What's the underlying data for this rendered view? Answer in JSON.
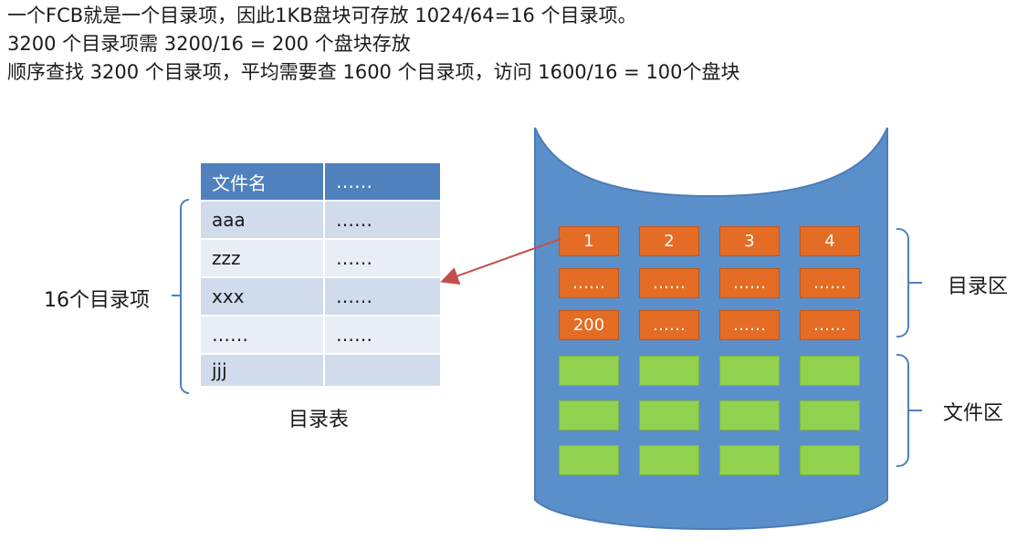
{
  "intro": [
    "一个FCB就是一个目录项，因此1KB盘块可存放 1024/64=16 个目录项。",
    "3200 个目录项需 3200/16 = 200 个盘块存放",
    "顺序查找 3200 个目录项，平均需要查 1600 个目录项，访问 1600/16 = 100个盘块"
  ],
  "table": {
    "headers": [
      "文件名",
      "……"
    ],
    "rows": [
      [
        "aaa",
        "……"
      ],
      [
        "zzz",
        "……"
      ],
      [
        "xxx",
        "……"
      ],
      [
        "……",
        "……"
      ],
      [
        "jjj",
        ""
      ]
    ],
    "caption": "目录表",
    "count_label": "16个目录项"
  },
  "disk": {
    "directory_blocks": [
      [
        "1",
        "2",
        "3",
        "4"
      ],
      [
        "……",
        "……",
        "……",
        "……"
      ],
      [
        "200",
        "……",
        "……",
        "……"
      ]
    ],
    "file_block_rows": 3,
    "file_block_cols": 4,
    "directory_zone_label": "目录区",
    "file_zone_label": "文件区"
  },
  "colors": {
    "cylinder": "#5b8fc9",
    "table_header": "#4f81bd",
    "directory_block": "#e46c24",
    "file_block": "#92d050",
    "arrow": "#c0504d"
  }
}
